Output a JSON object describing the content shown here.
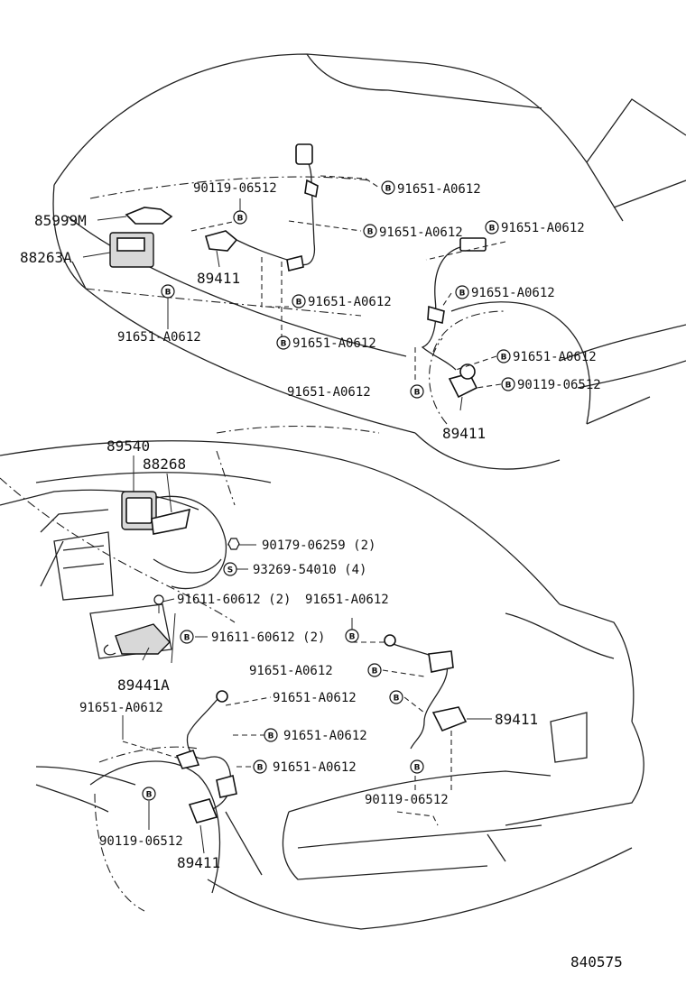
{
  "diagram": {
    "doc_number": "840575",
    "parts": {
      "p85999M": "85999M",
      "p88263A": "88263A",
      "p89411_front_left": "89411",
      "p89411_front_right": "89411",
      "p89540": "89540",
      "p88268": "88268",
      "p89441A": "89441A",
      "p89411_rear_right": "89411",
      "p89411_rear_left": "89411"
    },
    "fasteners": {
      "f1": "90119-06512",
      "f2": "91651-A0612",
      "f3": "91651-A0612",
      "f4": "91651-A0612",
      "f5": "91651-A0612",
      "f6": "91651-A0612",
      "f7": "91651-A0612",
      "f8": "91651-A0612",
      "f9": "91651-A0612",
      "f10": "91651-A0612",
      "f11": "90119-06512",
      "f12": "90179-06259 (2)",
      "f13": "93269-54010 (4)",
      "f14": "91611-60612 (2)",
      "f15": "91651-A0612",
      "f16": "91611-60612 (2)",
      "f17": "91651-A0612",
      "f18": "91651-A0612",
      "f19": "91651-A0612",
      "f20": "91651-A0612",
      "f21": "91651-A0612",
      "f22": "90119-06512",
      "f23": "90119-06512"
    },
    "badges": {
      "b": "B",
      "s": "S"
    }
  }
}
